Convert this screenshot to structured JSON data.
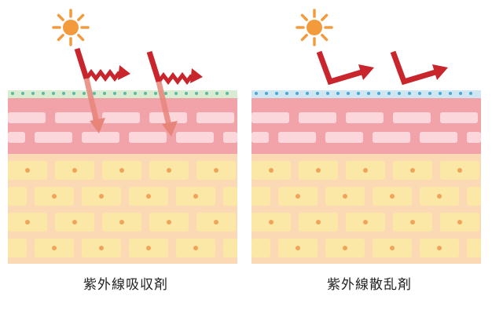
{
  "panels": [
    {
      "id": "absorber",
      "caption": "紫外線吸収剤",
      "ray_behavior": "absorbed-and-penetrating"
    },
    {
      "id": "scatterer",
      "caption": "紫外線散乱剤",
      "ray_behavior": "reflected"
    }
  ],
  "colors": {
    "sun": "#f39b3c",
    "arrow": "#c8262c",
    "arrow_faded": "#e8857a",
    "surface_left": "#d7ecd0",
    "surface_right": "#cfe6f3",
    "dots_left": "#5bb8a6",
    "dots_right": "#4aa8d6",
    "epidermis": "#f2a3aa",
    "epidermis_cells": "#fbd7dc",
    "dermis": "#fbd9b4",
    "dermis_cells": "#fbe8a6",
    "dermis_nucleus": "#f0a45a"
  },
  "icons": [
    "sun-icon",
    "uv-arrow-icon"
  ]
}
